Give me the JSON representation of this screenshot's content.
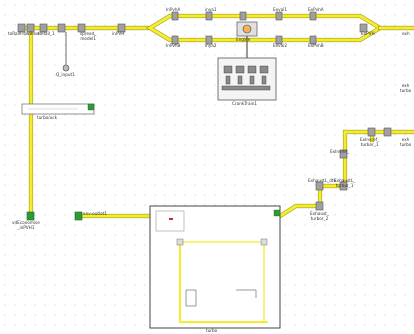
{
  "colors": {
    "pipe": "#f4ec2c",
    "pipe_edge": "#8a8a18",
    "green_port": "#2d9a35",
    "node_gray": "#9c9c9c",
    "red_dot": "#c82a2a",
    "orange_fill": "#f2b25a"
  },
  "labels": {
    "l_tofast": "toRailFlowBlow",
    "l_tofast2": "toRail_1",
    "l_speed": "spread_\nmodel1",
    "l_inf": "inPVH",
    "l_q": "Q_input1",
    "l_invph_a": "InPvhA",
    "l_invph_b": "InPvhB",
    "l_inya1": "inya1",
    "l_inya2": "inya2",
    "l_ex1": "Exvai1",
    "l_ex2": "Exvai2",
    "l_exvph_a": "ExPvhA",
    "l_exvph_b": "ExPvhB",
    "l_exvph": "ExPVH",
    "l_ex_right": "exh",
    "l_engine": "Engine",
    "l_crank": "CrankTrain1",
    "l_sub_left": "turbo/uck",
    "l_ext_ref": "ExInvref_\nturbor_1",
    "l_ext_ref2": "ExInvref_",
    "l_exhaust": "ExhaustL_dtn",
    "l_exhaust2": "ExhaustL_\nturbor_1",
    "l_exhaust3": "Exhaust_\nturbor_2",
    "l_ex_r2": "exh\nturbo",
    "l_ex_r3": "exh\nturbo",
    "l_bottom_left": "vdEconomise\n_inPVH1",
    "l_mid": "env-outlet1",
    "l_bottom_panel": "turbo"
  }
}
